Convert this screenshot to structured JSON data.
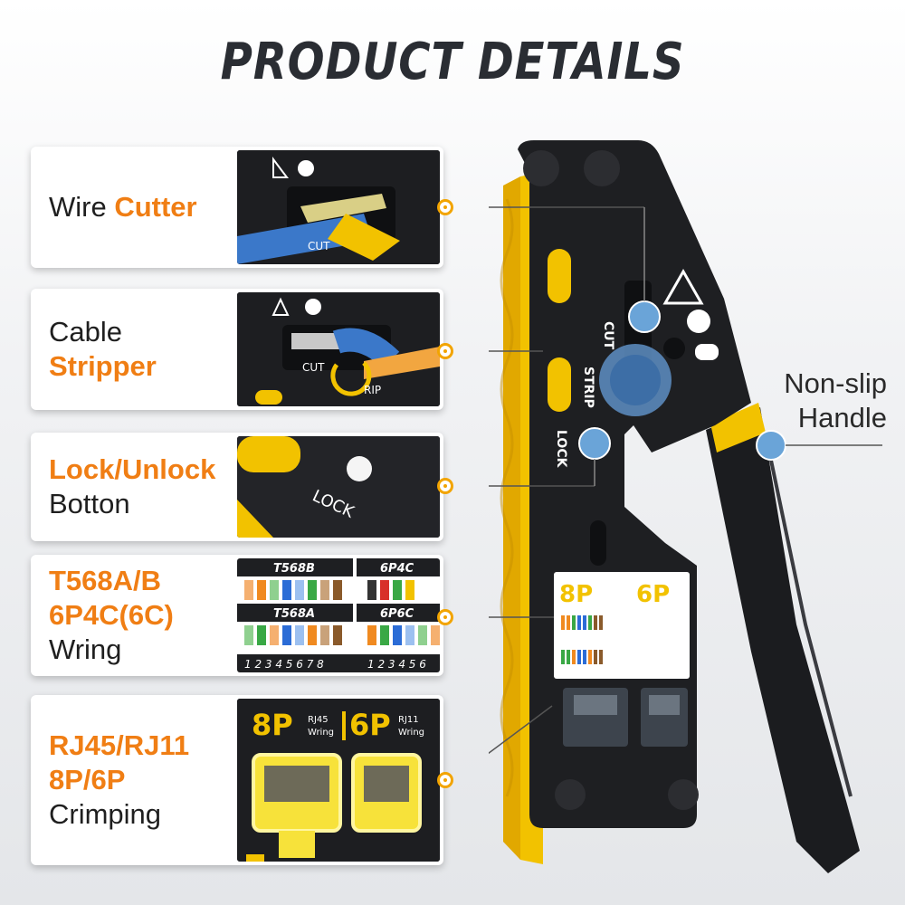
{
  "title": "PRODUCT DETAILS",
  "features": [
    {
      "highlight_first": false,
      "lines": [
        {
          "text": "Wire ",
          "hl": false
        },
        {
          "text": "Cutter",
          "hl": true
        }
      ]
    },
    {
      "line1": "Cable",
      "line2": "Stripper"
    },
    {
      "line1": "Lock/Unlock",
      "line2": "Botton"
    },
    {
      "line1": "T568A/B",
      "line2": "6P4C(6C)",
      "line3": "Wring"
    },
    {
      "line1": "RJ45/RJ11",
      "line2": "8P/6P",
      "line3": "Crimping"
    }
  ],
  "card1": {
    "plain": "Wire ",
    "highlight": "Cutter"
  },
  "handle_label": {
    "line1": "Non-slip",
    "line2": "Handle"
  },
  "tool_labels": {
    "cut": "CUT",
    "strip": "STRIP",
    "lock": "LOCK"
  },
  "thumb_labels": {
    "cut": "CUT",
    "strip": "RIP",
    "lock": "LOCK"
  },
  "wiring": {
    "t568b": "T568B",
    "t568a": "T568A",
    "p4c": "6P4C",
    "p6c": "6P6C",
    "pins8": "1 2 3 4 5 6 7 8",
    "pins6": "1 2 3 4 5 6"
  },
  "crimp": {
    "p8": "8P",
    "p6": "6P",
    "rj45": "RJ45",
    "rj11": "RJ11",
    "wring": "Wring"
  },
  "colors": {
    "accent": "#f07e14",
    "yellow": "#f2c200",
    "tool_black": "#1e1f22",
    "pin_blue": "#6aa4d8"
  }
}
